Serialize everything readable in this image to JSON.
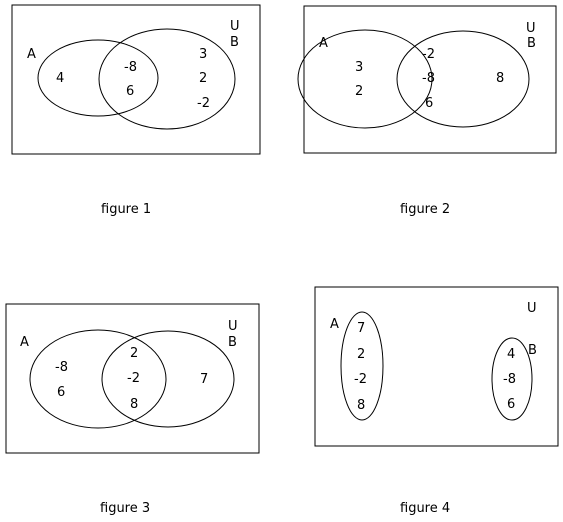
{
  "figures": [
    {
      "caption": "figure 1",
      "label_U": "U",
      "label_A": "A",
      "label_B": "B",
      "only_A": [
        "4"
      ],
      "intersection": [
        "-8",
        "6"
      ],
      "only_B": [
        "3",
        "2",
        "-2"
      ]
    },
    {
      "caption": "figure 2",
      "label_U": "U",
      "label_A": "A",
      "label_B": "B",
      "only_A": [
        "3",
        "2"
      ],
      "intersection": [
        "-2",
        "-8",
        "6"
      ],
      "only_B": [
        "8"
      ]
    },
    {
      "caption": "figure 3",
      "label_U": "U",
      "label_A": "A",
      "label_B": "B",
      "only_A": [
        "-8",
        "6"
      ],
      "intersection": [
        "2",
        "-2",
        "8"
      ],
      "only_B": [
        "7"
      ]
    },
    {
      "caption": "figure 4",
      "label_U": "U",
      "label_A": "A",
      "label_B": "B",
      "set_A": [
        "7",
        "2",
        "-2",
        "8"
      ],
      "set_B": [
        "4",
        "-8",
        "6"
      ]
    }
  ]
}
